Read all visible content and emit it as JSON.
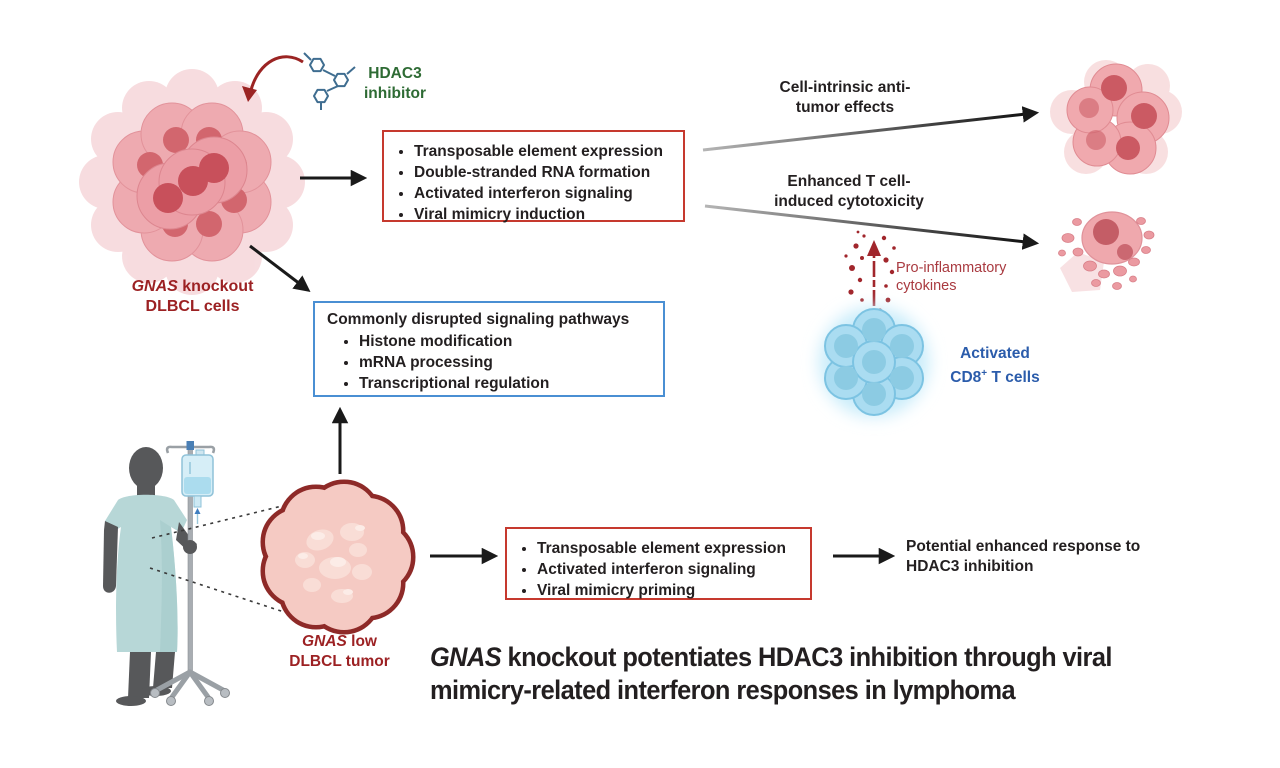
{
  "palette": {
    "box_red_border": "#c6392e",
    "box_blue_border": "#4a8fd3",
    "dark_red_text": "#9c2123",
    "green_text": "#2e6b34",
    "blue_text": "#2b5cab",
    "cytokine_red": "#a93a40",
    "cell_pink": "#eeaab0",
    "tcell_blue": "#aadcf1",
    "arrow_black": "#1a1a1a"
  },
  "hdac3": {
    "line1": "HDAC3",
    "line2": "inhibitor"
  },
  "ko_cells": {
    "gene": "GNAS",
    "rest": " knockout",
    "line2": "DLBCL cells"
  },
  "boxes": {
    "viral": {
      "items": [
        "Transposable element expression",
        "Double-stranded RNA formation",
        "Activated interferon signaling",
        "Viral mimicry induction"
      ]
    },
    "pathways": {
      "title": "Commonly disrupted signaling pathways",
      "items": [
        "Histone modification",
        "mRNA processing",
        "Transcriptional regulation"
      ]
    },
    "primed": {
      "items": [
        "Transposable element expression",
        "Activated interferon signaling",
        "Viral mimicry priming"
      ]
    }
  },
  "outcome_top": {
    "line1": "Cell-intrinsic anti-",
    "line2": "tumor effects"
  },
  "outcome_bottom": {
    "line1": "Enhanced T cell-",
    "line2": "induced cytotoxicity"
  },
  "cytokines": {
    "line1": "Pro-inflammatory",
    "line2": "cytokines"
  },
  "tcells": {
    "line1": "Activated",
    "cd8": "CD8",
    "sup": "+",
    "rest": " T cells"
  },
  "tumor": {
    "gene": "GNAS",
    "rest": " low",
    "line2": "DLBCL tumor"
  },
  "response": {
    "line1": "Potential enhanced response to",
    "line2": "HDAC3 inhibition"
  },
  "title": {
    "gene": "GNAS",
    "rest1": " knockout potentiates HDAC3 inhibition through viral",
    "line2": "mimicry-related interferon responses in lymphoma"
  }
}
